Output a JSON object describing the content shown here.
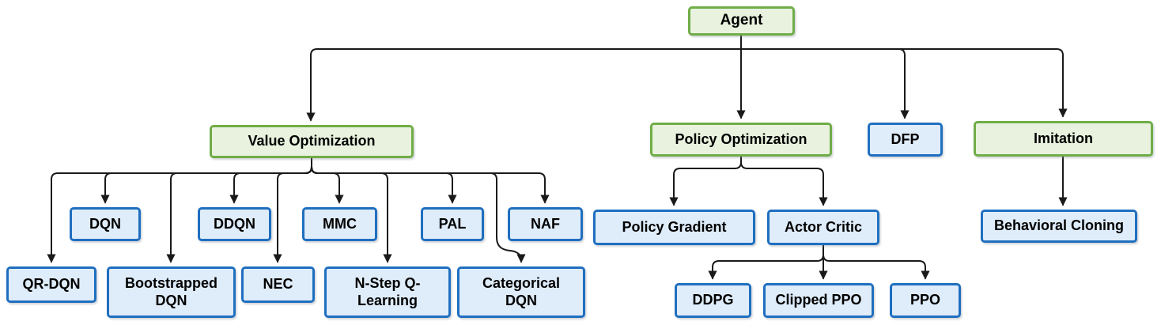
{
  "colors": {
    "bg": "#ffffff",
    "text": "#000000",
    "line": "#1a1a1a",
    "green_fill": "#e8f2de",
    "green_border": "#70ad47",
    "blue_fill": "#dfecf9",
    "blue_border": "#1f6fc0"
  },
  "nodes": {
    "agent": {
      "label": "Agent",
      "type": "green"
    },
    "value_optimization": {
      "label": "Value Optimization",
      "type": "green"
    },
    "policy_optimization": {
      "label": "Policy Optimization",
      "type": "green"
    },
    "dfp": {
      "label": "DFP",
      "type": "blue"
    },
    "imitation": {
      "label": "Imitation",
      "type": "green"
    },
    "dqn": {
      "label": "DQN",
      "type": "blue"
    },
    "ddqn": {
      "label": "DDQN",
      "type": "blue"
    },
    "mmc": {
      "label": "MMC",
      "type": "blue"
    },
    "pal": {
      "label": "PAL",
      "type": "blue"
    },
    "naf": {
      "label": "NAF",
      "type": "blue"
    },
    "qr_dqn": {
      "label": "QR-DQN",
      "type": "blue"
    },
    "bootstrapped_dqn": {
      "label": "Bootstrapped DQN",
      "type": "blue"
    },
    "nec": {
      "label": "NEC",
      "type": "blue"
    },
    "n_step_q_learning": {
      "label": "N-Step Q-Learning",
      "type": "blue"
    },
    "categorical_dqn": {
      "label": "Categorical DQN",
      "type": "blue"
    },
    "policy_gradient": {
      "label": "Policy Gradient",
      "type": "blue"
    },
    "actor_critic": {
      "label": "Actor Critic",
      "type": "blue"
    },
    "ddpg": {
      "label": "DDPG",
      "type": "blue"
    },
    "clipped_ppo": {
      "label": "Clipped PPO",
      "type": "blue"
    },
    "ppo": {
      "label": "PPO",
      "type": "blue"
    },
    "behavioral_cloning": {
      "label": "Behavioral Cloning",
      "type": "blue"
    }
  },
  "edges": [
    [
      "Agent",
      "Value Optimization"
    ],
    [
      "Agent",
      "Policy Optimization"
    ],
    [
      "Agent",
      "DFP"
    ],
    [
      "Agent",
      "Imitation"
    ],
    [
      "Value Optimization",
      "DQN"
    ],
    [
      "Value Optimization",
      "DDQN"
    ],
    [
      "Value Optimization",
      "MMC"
    ],
    [
      "Value Optimization",
      "PAL"
    ],
    [
      "Value Optimization",
      "NAF"
    ],
    [
      "Value Optimization",
      "QR-DQN"
    ],
    [
      "Value Optimization",
      "Bootstrapped DQN"
    ],
    [
      "Value Optimization",
      "NEC"
    ],
    [
      "Value Optimization",
      "N-Step Q-Learning"
    ],
    [
      "Value Optimization",
      "Categorical DQN"
    ],
    [
      "Policy Optimization",
      "Policy Gradient"
    ],
    [
      "Policy Optimization",
      "Actor Critic"
    ],
    [
      "Actor Critic",
      "DDPG"
    ],
    [
      "Actor Critic",
      "Clipped PPO"
    ],
    [
      "Actor Critic",
      "PPO"
    ],
    [
      "Imitation",
      "Behavioral Cloning"
    ]
  ]
}
